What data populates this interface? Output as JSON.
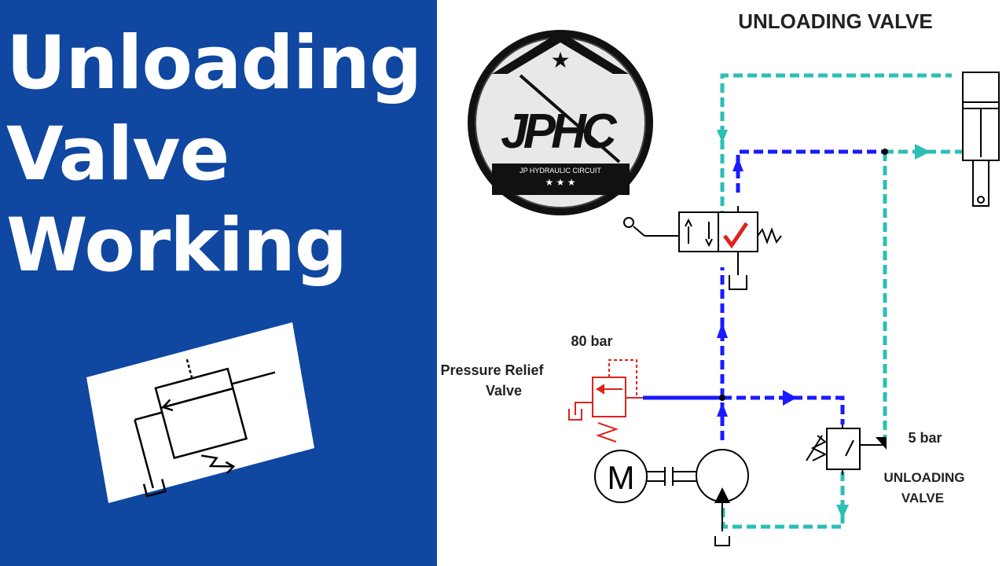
{
  "title": {
    "line1": "Unloading",
    "line2": "Valve",
    "line3": "Working"
  },
  "logo": {
    "initials": "JPHC",
    "tagline": "JP HYDRAULIC CIRCUIT",
    "stars": "★ ★ ★",
    "top_star": "★",
    "icon": "jphc-logo"
  },
  "diagram": {
    "heading": "UNLOADING VALVE",
    "relief_setting": "80 bar",
    "relief_label": [
      "Pressure Relief",
      "Valve"
    ],
    "unloading_setting": "5 bar",
    "unloading_label": [
      "UNLOADING",
      "VALVE"
    ],
    "motor_letter": "M"
  },
  "colors": {
    "panel": "#0f47a1",
    "pressure_line": "#1a1aff",
    "pilot_line": "#2bbfb5",
    "relief_valve": "#e0221c",
    "check_mark": "#e0221c"
  }
}
